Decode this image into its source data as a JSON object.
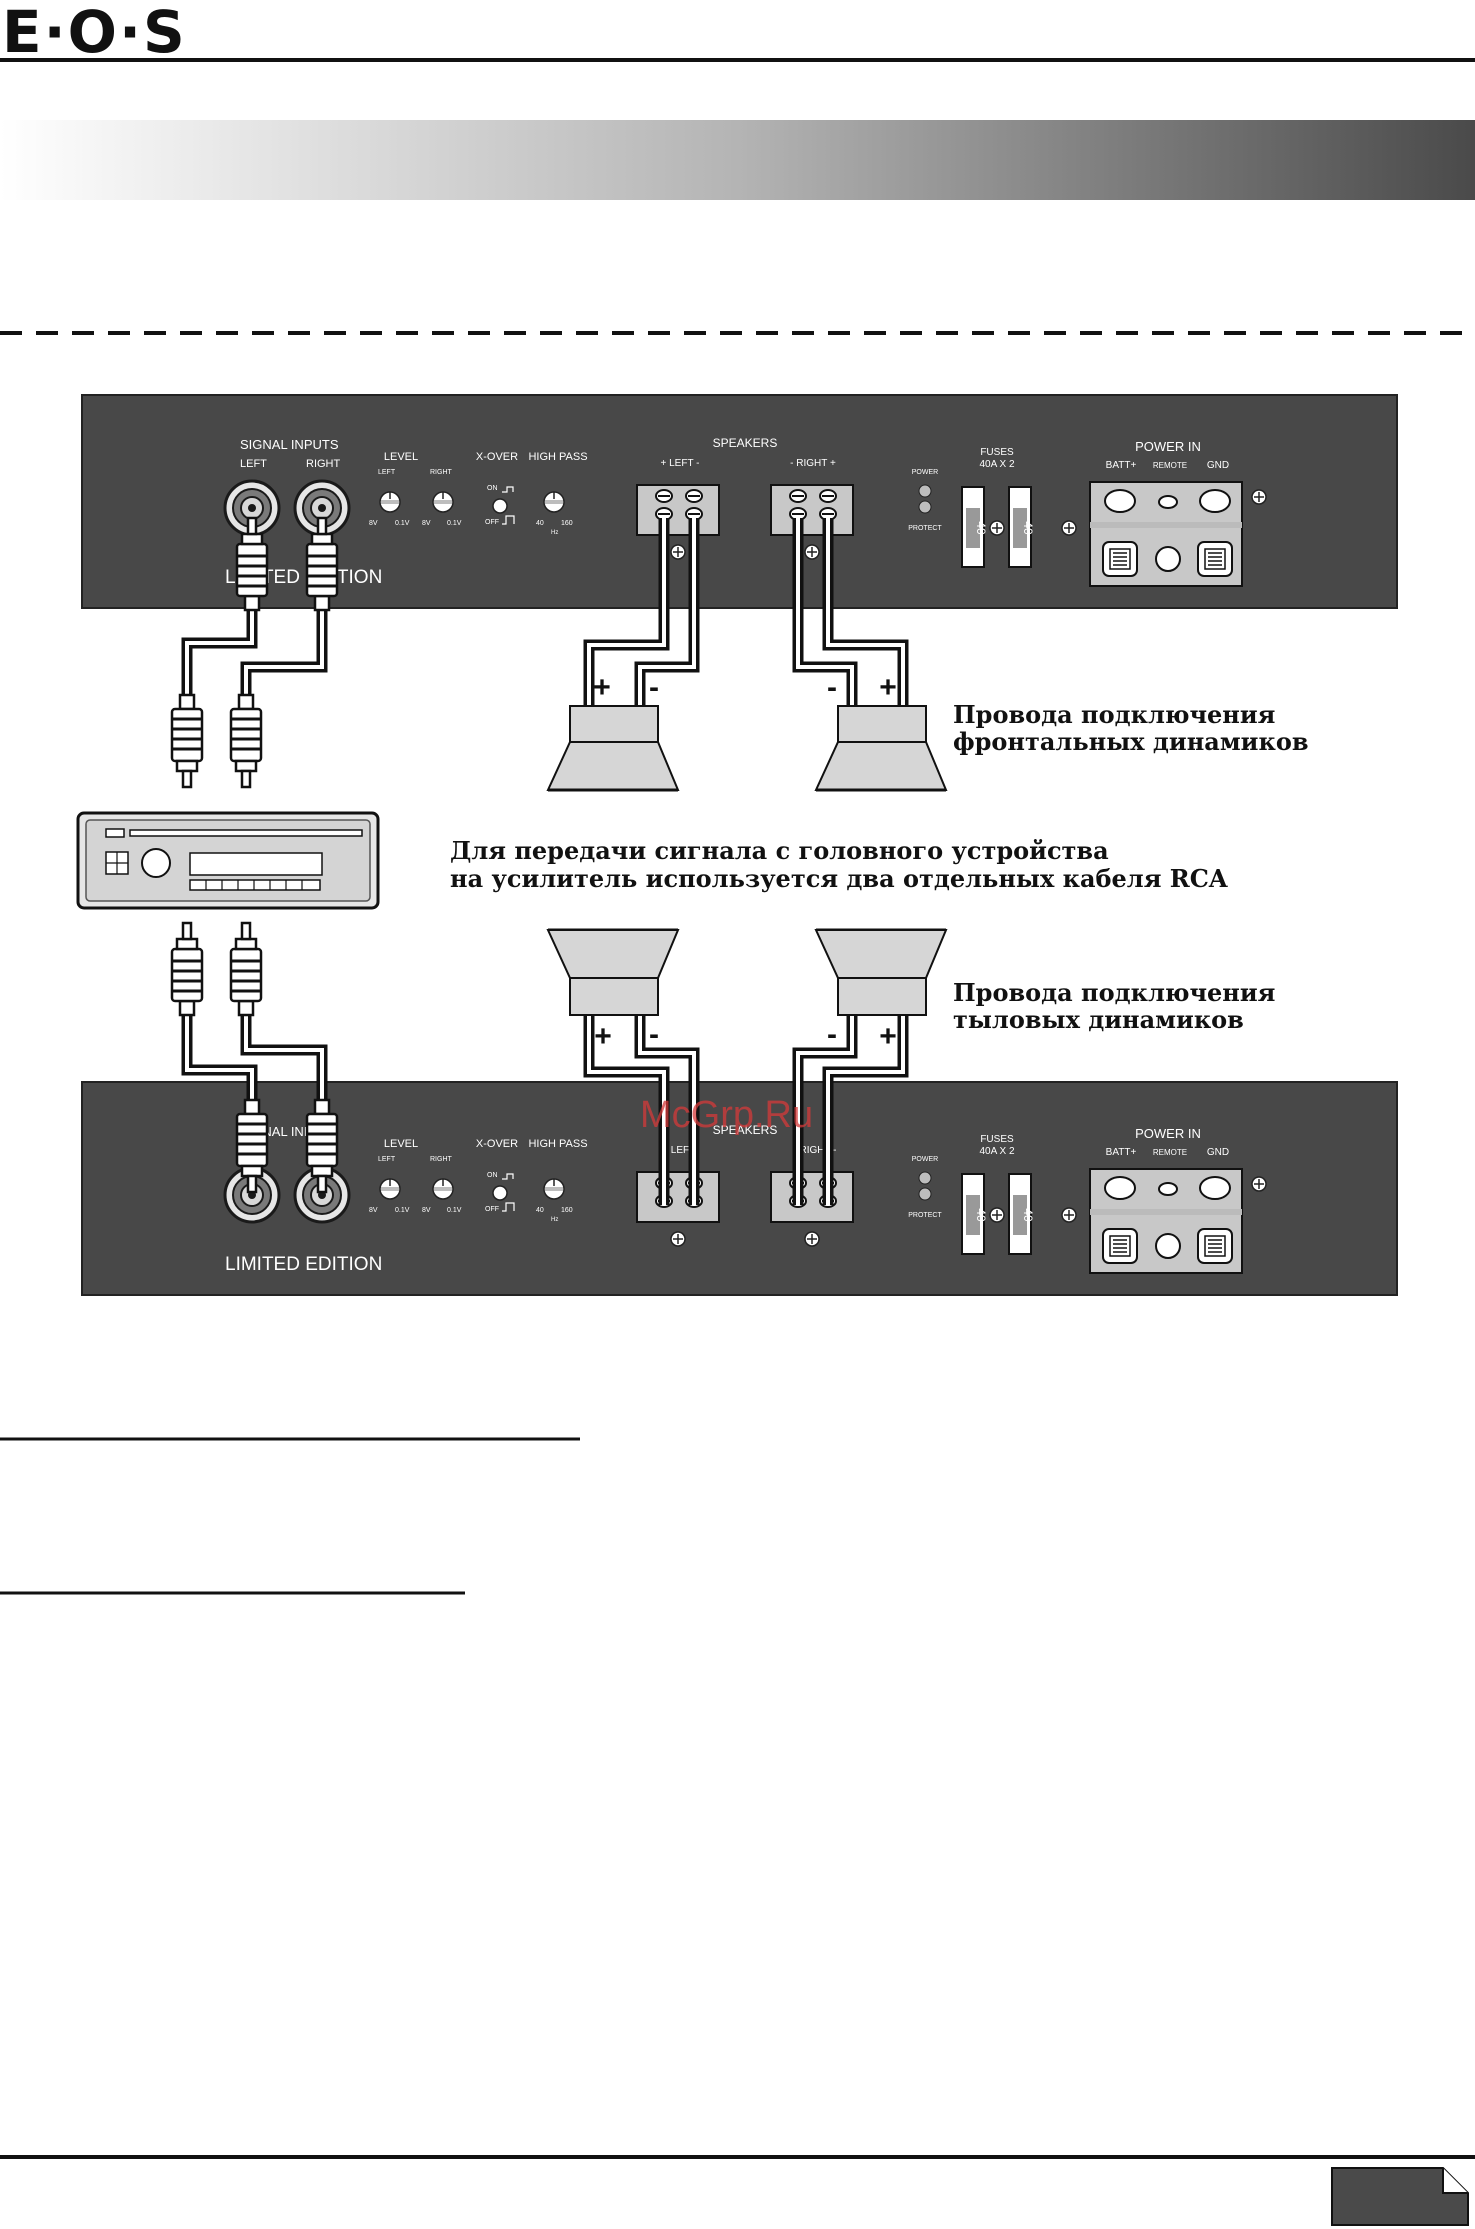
{
  "header": {
    "logo_text": "E·O·S"
  },
  "amplifier": {
    "signal_inputs": "SIGNAL INPUTS",
    "signal_inputs_partial": "SIGNAL INPUTS",
    "left": "LEFT",
    "right": "RIGHT",
    "level": "LEVEL",
    "level_left": "LEFT",
    "level_right": "RIGHT",
    "level_min": "8V",
    "level_max": "0.1V",
    "xover": "X-OVER",
    "on": "ON",
    "off": "OFF",
    "high_pass": "HIGH PASS",
    "hp_min": "40",
    "hp_max": "160",
    "hz": "Hz",
    "speakers": "SPEAKERS",
    "spk_left": "+ LEFT -",
    "spk_right": "- RIGHT +",
    "spk_left_partial": "LEFT",
    "spk_right_partial": "RIGHT -",
    "power": "POWER",
    "protect": "PROTECT",
    "fuses": "FUSES",
    "fuses_rating": "40A X 2",
    "fuse_value": "40",
    "power_in": "POWER IN",
    "batt": "BATT+",
    "remote": "REMOTE",
    "gnd": "GND",
    "limited_edition": "LIMITED EDITION",
    "limited_edition_partial": "LIMITED EDITION"
  },
  "polarity": {
    "plus": "+",
    "minus": "-"
  },
  "captions": {
    "front_line1": "Провода подключения",
    "front_line2": "фронтальных динамиков",
    "rca_line1": "Для передачи сигнала с головного устройства",
    "rca_line2": "на усилитель используется два отдельных кабеля RCA",
    "rear_line1": "Провода подключения",
    "rear_line2": "тыловых динамиков"
  },
  "watermark": "McGrp.Ru",
  "colors": {
    "panel": "#484848",
    "panel_border": "#222222",
    "terminal_grey": "#c8c8c8",
    "watermark": "#d43a3a"
  }
}
